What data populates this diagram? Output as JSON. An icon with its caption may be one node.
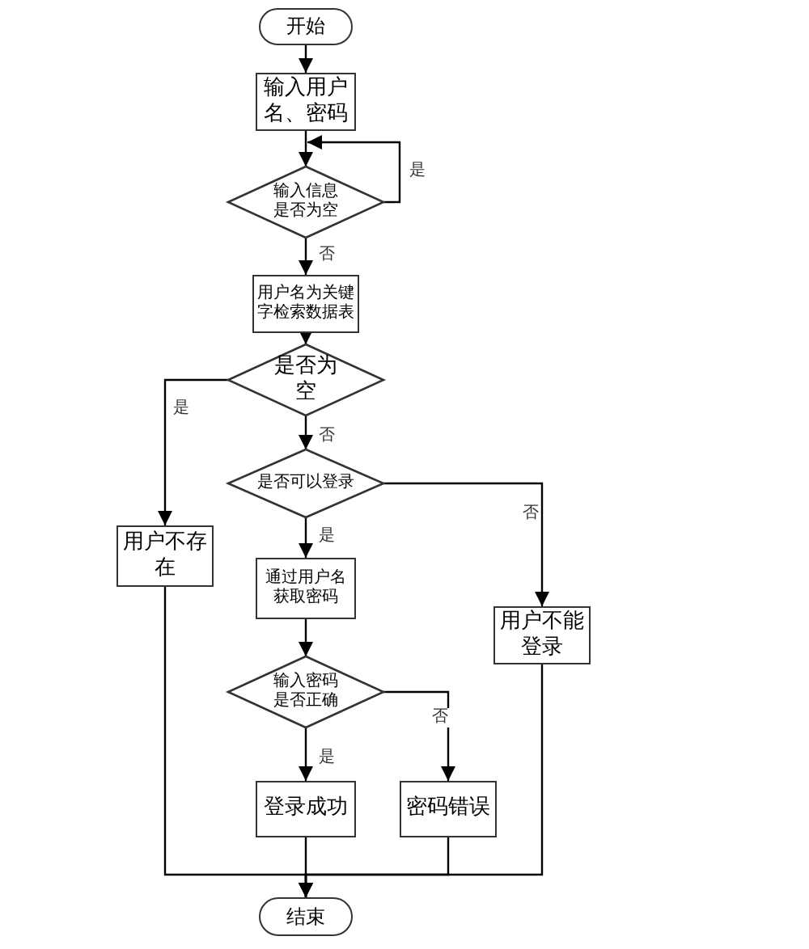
{
  "diagram": {
    "nodes": [
      {
        "text": [
          "开始"
        ]
      },
      {
        "text": [
          "输入用户名、密码"
        ]
      },
      {
        "text": [
          "输入信息是否为空"
        ]
      },
      {
        "text": [
          "用户名为关键字检索数据表"
        ]
      },
      {
        "text": [
          "是否为空"
        ]
      },
      {
        "text": [
          "是否可以登录"
        ]
      },
      {
        "text": [
          "用户不存在"
        ]
      },
      {
        "text": [
          "通过用户名获取密码"
        ]
      },
      {
        "text": [
          "用户不能登录"
        ]
      },
      {
        "text": [
          "输入密码是否正确"
        ]
      },
      {
        "text": [
          "登录成功"
        ]
      },
      {
        "text": [
          "密码错误"
        ]
      },
      {
        "text": [
          "结束"
        ]
      }
    ],
    "edges": [
      {
        "from": 0,
        "to": 1,
        "arrow": "to"
      },
      {
        "from": 1,
        "to": 2,
        "arrow": "to"
      },
      {
        "from": 2,
        "to": 2,
        "arrow": "to",
        "label": "是"
      },
      {
        "from": 2,
        "to": 3,
        "arrow": "to",
        "label": "否"
      },
      {
        "from": 3,
        "to": 4,
        "arrow": "to"
      },
      {
        "from": 4,
        "to": 6,
        "arrow": "to",
        "label": "是"
      },
      {
        "from": 4,
        "to": 5,
        "arrow": "to",
        "label": "否"
      },
      {
        "from": 5,
        "to": 7,
        "arrow": "to",
        "label": "是"
      },
      {
        "from": 5,
        "to": 8,
        "arrow": "to",
        "label": "否"
      },
      {
        "from": 7,
        "to": 9,
        "arrow": "to"
      },
      {
        "from": 9,
        "to": 10,
        "arrow": "to",
        "label": "是"
      },
      {
        "from": 9,
        "to": 11,
        "arrow": "to",
        "label": "否"
      },
      {
        "from": 10,
        "to": 12,
        "arrow": "to"
      },
      {
        "from": 11,
        "to": 12,
        "arrow": "to"
      },
      {
        "from": 6,
        "to": 12,
        "arrow": "to"
      },
      {
        "from": 8,
        "to": 12,
        "arrow": "to"
      }
    ]
  }
}
